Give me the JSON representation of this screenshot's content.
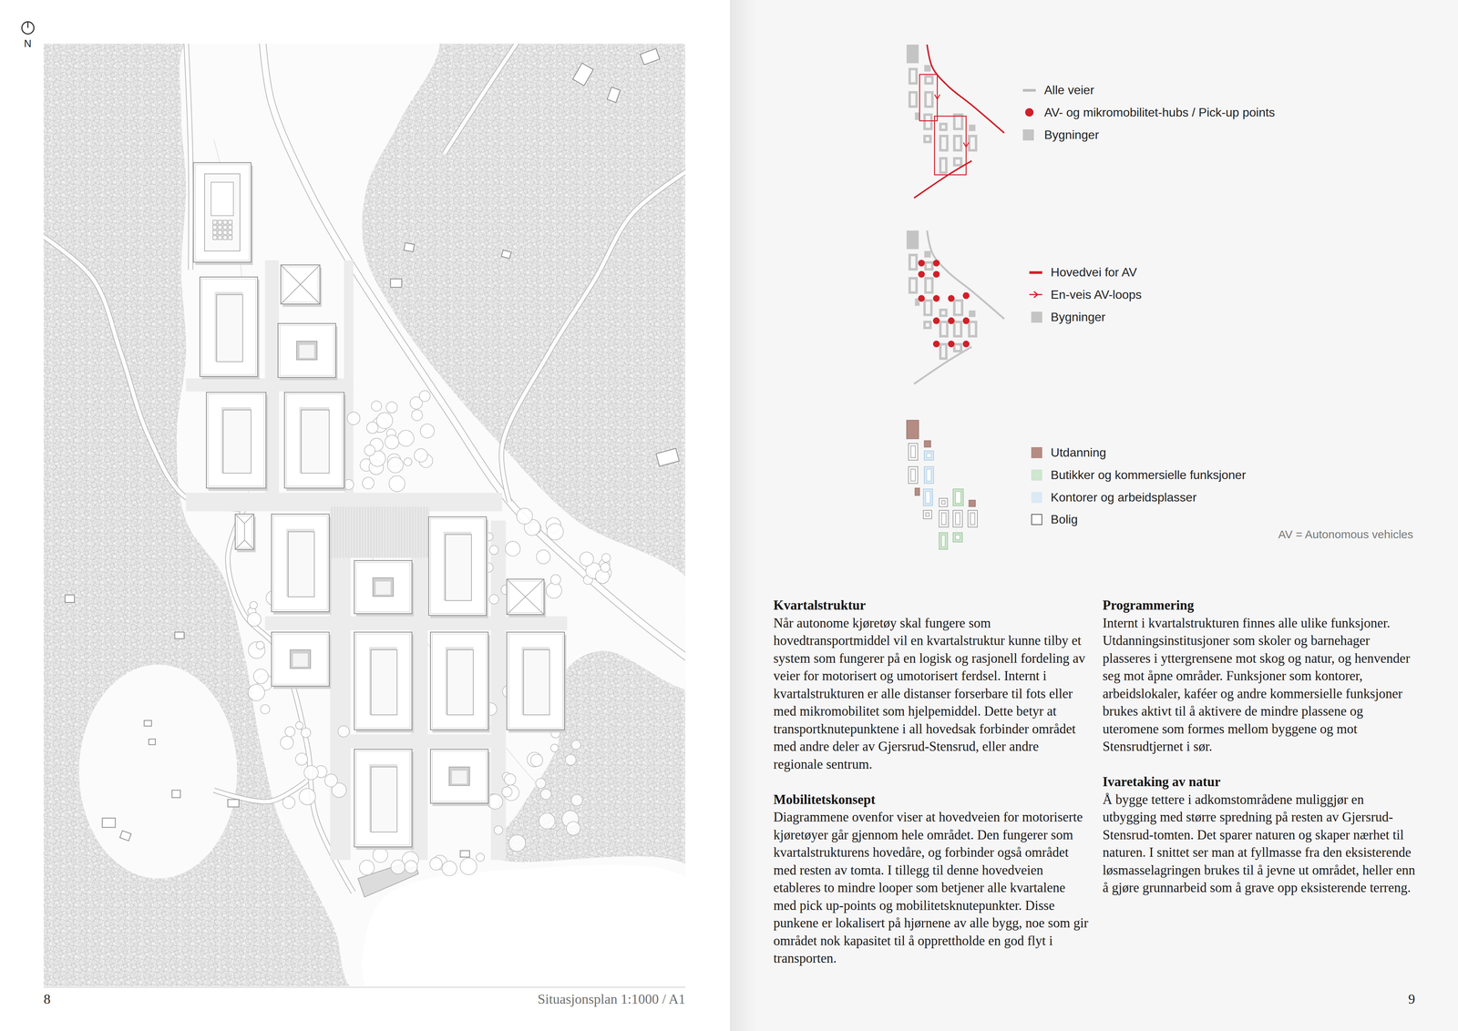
{
  "diagram": {
    "labels": [
      "N",
      "8",
      "Situasjonsplan 1:1000 / A1",
      "AV = Autonomous vehicles",
      "Kvartalstruktur",
      "Når autonome kjøretøy skal fungere som hovedtransportmiddel vil en kvartalstruktur kunne tilby et system som fungerer på en logisk og rasjonell fordeling av veier for motorisert og umotorisert ferdsel. Internt i kvartalstrukturen er alle distanser forserbare til fots eller med mikromobilitet som hjelpemiddel. Dette betyr at transportknutepunktene i all hovedsak forbinder området med andre deler av Gjersrud-Stensrud, eller andre regionale sentrum.",
      "Mobilitetskonsept",
      "Diagrammene ovenfor viser at hovedveien for motoriserte kjøretøyer går gjennom hele området. Den fungerer som kvartalstrukturens hovedåre, og forbinder også området med resten av tomta. I tillegg til denne hovedveien etableres to mindre looper som betjener alle kvartalene med pick up-points og mobilitetsknutepunkter. Disse punkene er lokalisert på hjørnene av alle bygg, noe som gir området nok kapasitet til å opprettholde en god flyt i transporten.",
      "Programmering",
      "Internt i kvartalstrukturen finnes alle ulike funksjoner. Utdanningsinstitusjoner som skoler og barnehager plasseres i yttergrensene mot skog og natur, og henvender seg mot åpne områder. Funksjoner som kontorer, arbeidslokaler, kaféer og andre kommersielle funksjoner brukes aktivt til å aktivere de mindre plassene og uteromene som formes mellom byggene og mot Stensrudtjernet i sør.",
      "Ivaretaking av natur",
      "Å bygge tettere i adkomstområdene muliggjør en utbygging med større spredning på resten av Gjersrud-Stensrud-tomten. Det sparer naturen og skaper nærhet til naturen. I snittet ser man at fyllmasse fra den eksisterende løsmasselagringen brukes til å jevne ut området, heller enn å gjøre grunnarbeid som å grave opp eksisterende terreng.",
      "9"
    ],
    "legend": [
      {
        "text": "Alle veier"
      },
      {
        "text": "AV- og mikromobilitet-hubs / Pick-up points",
        "color": "#d0202a"
      },
      {
        "text": "Bygninger",
        "color": "#c4c4c4"
      },
      {
        "text": "Hovedvei for AV"
      },
      {
        "text": "En-veis AV-loops"
      },
      {
        "text": "Bygninger",
        "color": "#c4c4c4"
      },
      {
        "text": "Utdanning",
        "color": "#b48c84"
      },
      {
        "text": "Butikker og kommersielle funksjoner",
        "color": "#cfe6cf"
      },
      {
        "text": "Kontorer og arbeidsplasser",
        "color": "#dbeaf5"
      },
      {
        "text": "Bolig",
        "color": "#ffffff"
      }
    ]
  }
}
